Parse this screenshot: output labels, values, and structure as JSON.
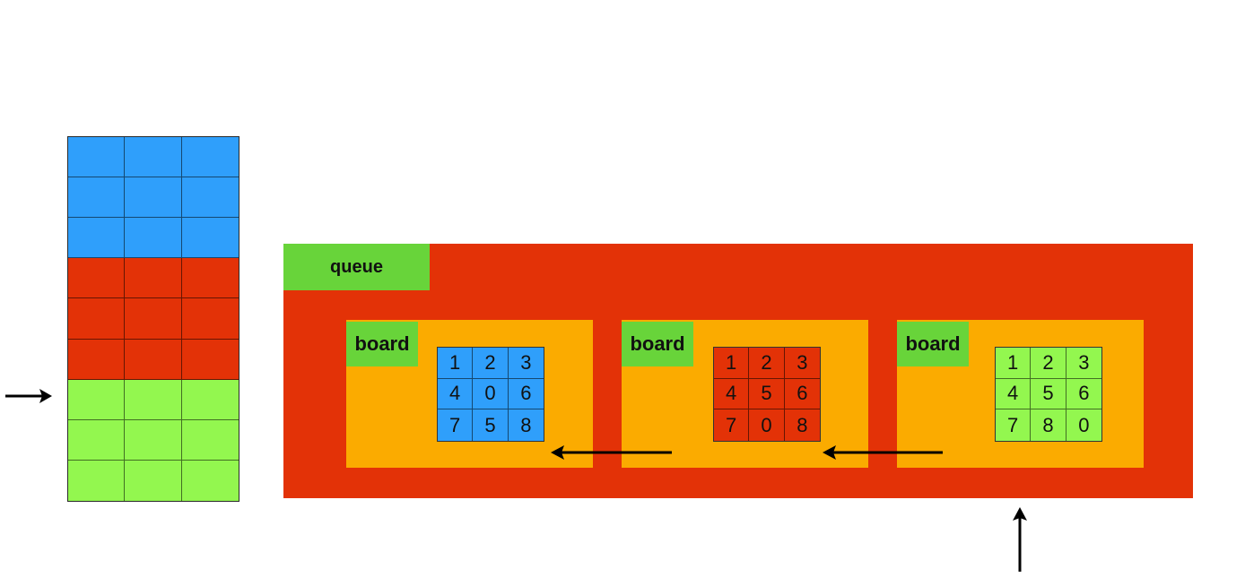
{
  "colors": {
    "blue": "#2f9ffb",
    "red": "#e33207",
    "green": "#93f74f",
    "label_green": "#68d43a",
    "orange": "#fbab00",
    "queue_red": "#e33207"
  },
  "stack": {
    "groups": [
      {
        "color": "blue",
        "rows": 3
      },
      {
        "color": "red",
        "rows": 3
      },
      {
        "color": "green",
        "rows": 3
      }
    ]
  },
  "queue": {
    "label": "queue"
  },
  "boards": [
    {
      "label": "board",
      "color": "blue",
      "tiles": [
        "1",
        "2",
        "3",
        "4",
        "0",
        "6",
        "7",
        "5",
        "8"
      ]
    },
    {
      "label": "board",
      "color": "red",
      "tiles": [
        "1",
        "2",
        "3",
        "4",
        "5",
        "6",
        "7",
        "0",
        "8"
      ]
    },
    {
      "label": "board",
      "color": "green",
      "tiles": [
        "1",
        "2",
        "3",
        "4",
        "5",
        "6",
        "7",
        "8",
        "0"
      ]
    }
  ],
  "arrows": [
    {
      "name": "stack-pointer-arrow",
      "direction": "right"
    },
    {
      "name": "board-arrow-1",
      "direction": "left"
    },
    {
      "name": "board-arrow-2",
      "direction": "left"
    },
    {
      "name": "enqueue-arrow",
      "direction": "up"
    }
  ]
}
